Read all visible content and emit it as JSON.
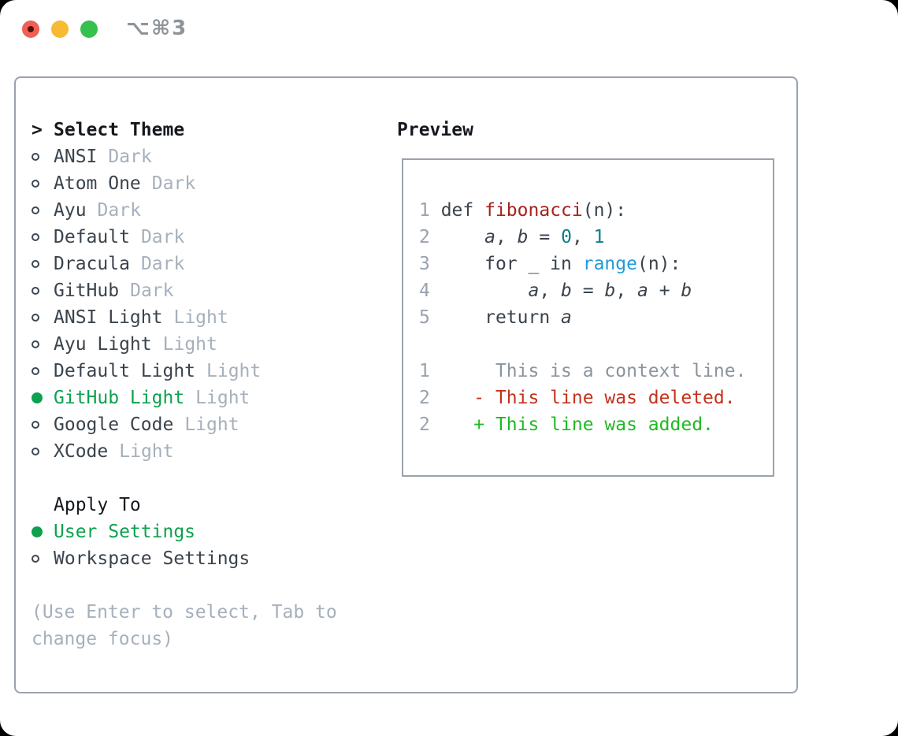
{
  "titlebar": {
    "title": "⌥⌘3"
  },
  "colors": {
    "selection_green": "#0da14e",
    "diff_added_green": "#1dbb21",
    "diff_deleted_red": "#c5311d",
    "function_red": "#a5231e",
    "number_teal": "#0e7e87",
    "builtin_blue": "#1f9cd9",
    "muted_gray": "#a6b0bb",
    "border_gray": "#9aa2ac"
  },
  "theme_selector": {
    "marker": ">",
    "header": "Select Theme",
    "items": [
      {
        "name": "ANSI",
        "variant": "Dark",
        "selected": false
      },
      {
        "name": "Atom One",
        "variant": "Dark",
        "selected": false
      },
      {
        "name": "Ayu",
        "variant": "Dark",
        "selected": false
      },
      {
        "name": "Default",
        "variant": "Dark",
        "selected": false
      },
      {
        "name": "Dracula",
        "variant": "Dark",
        "selected": false
      },
      {
        "name": "GitHub",
        "variant": "Dark",
        "selected": false
      },
      {
        "name": "ANSI Light",
        "variant": "Light",
        "selected": false
      },
      {
        "name": "Ayu Light",
        "variant": "Light",
        "selected": false
      },
      {
        "name": "Default Light",
        "variant": "Light",
        "selected": false
      },
      {
        "name": "GitHub Light",
        "variant": "Light",
        "selected": true
      },
      {
        "name": "Google Code",
        "variant": "Light",
        "selected": false
      },
      {
        "name": "XCode",
        "variant": "Light",
        "selected": false
      }
    ]
  },
  "apply_to": {
    "header": "Apply To",
    "options": [
      {
        "label": "User Settings",
        "selected": true
      },
      {
        "label": "Workspace Settings",
        "selected": false
      }
    ]
  },
  "hint": "(Use Enter to select, Tab to change focus)",
  "preview": {
    "header": "Preview",
    "code_lines": [
      {
        "num": "1",
        "a": " def ",
        "b": "fibonacci",
        "c": "(n):"
      },
      {
        "num": "2",
        "a": "     ",
        "v1": "a",
        "b": ", ",
        "v2": "b",
        "c": " = ",
        "n1": "0",
        "d": ", ",
        "n2": "1"
      },
      {
        "num": "3",
        "a": "     for _ in ",
        "b": "range",
        "c": "(n):"
      },
      {
        "num": "4",
        "a": "         ",
        "v1": "a",
        "b": ", ",
        "v2": "b",
        "c": " = ",
        "v3": "b",
        "d": ", ",
        "v4": "a",
        "e": " + ",
        "v5": "b"
      },
      {
        "num": "5",
        "a": "     return ",
        "v1": "a"
      }
    ],
    "diff_lines": [
      {
        "num": "1",
        "kind": "context",
        "text": "      This is a context line."
      },
      {
        "num": "2",
        "kind": "deleted",
        "text": "    - This line was deleted."
      },
      {
        "num": "2",
        "kind": "added",
        "text": "    + This line was added."
      }
    ]
  }
}
